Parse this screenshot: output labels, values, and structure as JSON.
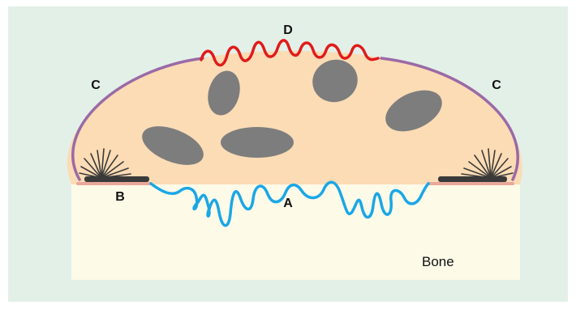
{
  "labels": {
    "a": "A",
    "b": "B",
    "c_left": "C",
    "c_right": "C",
    "d": "D",
    "bone": "Bone"
  },
  "colors": {
    "panel_background": "#e3f0e8",
    "bone": "#fdfae8",
    "cell_body": "#fbdcb5",
    "cell_outline": "#9b6aa6",
    "nuclei": "#7d7d7d",
    "ruffled_border": "#1aa7e6",
    "apical_membrane": "#e01b1b",
    "sealing_zone": "#e9a89a",
    "actin_ring": "#3a3a3a"
  }
}
